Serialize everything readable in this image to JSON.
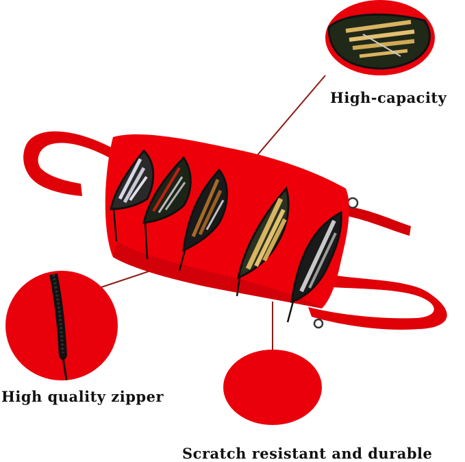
{
  "features": {
    "capacity": "High-capacity",
    "zipper": "High quality zipper",
    "durable": "Scratch resistant and durable"
  },
  "colors": {
    "bag_red": "#e8000b",
    "zipper_black": "#141414",
    "callout_line": "#8b1a12"
  },
  "icons": {
    "product": "tool-roll-bag-icon",
    "capacity_detail": "tool-pocket-closeup-icon",
    "zipper_detail": "zipper-closeup-icon",
    "fabric_detail": "fabric-swatch-icon"
  }
}
